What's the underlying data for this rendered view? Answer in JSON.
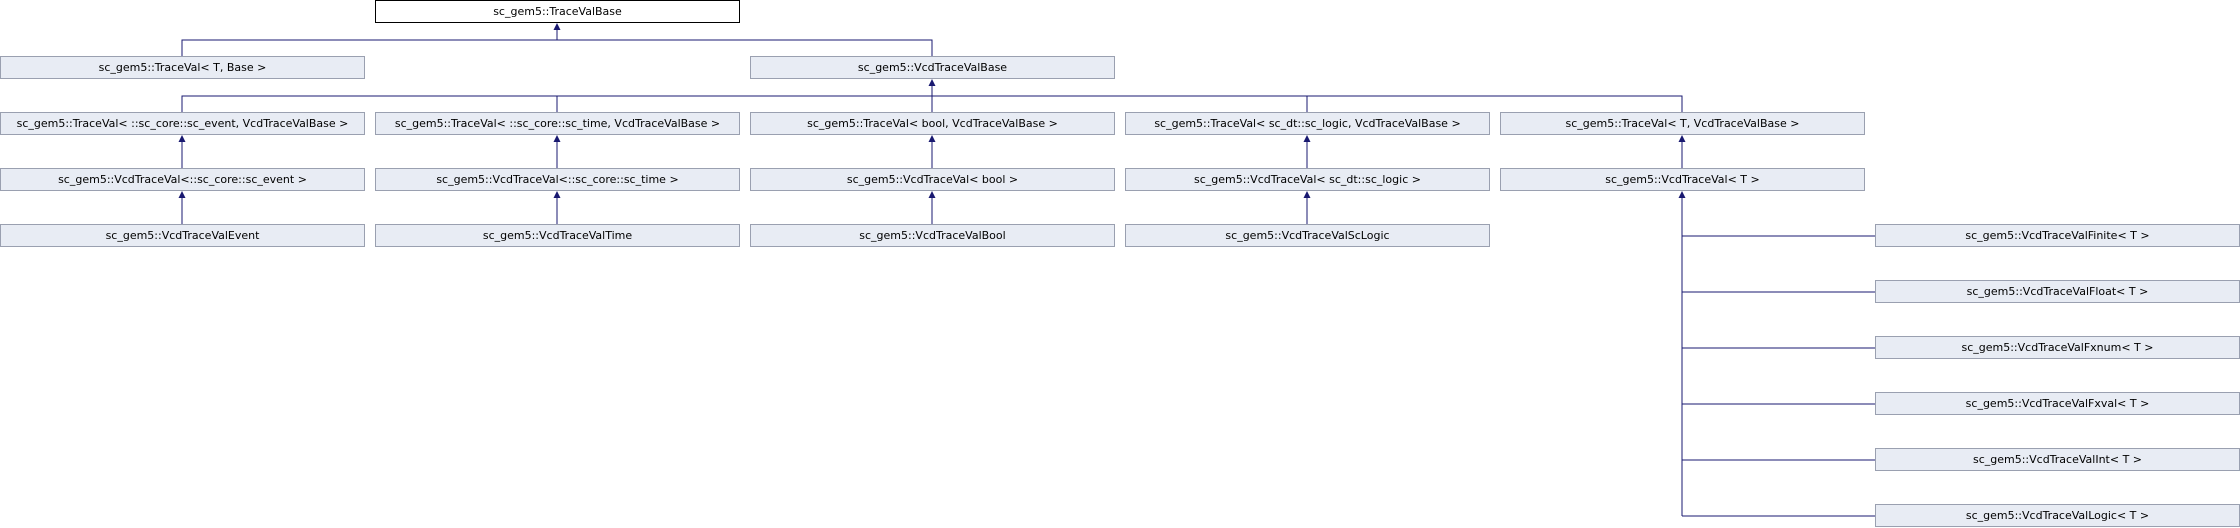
{
  "diagram": {
    "colors": {
      "edge": "#191970",
      "node_fill": "#e8ecf4",
      "node_border": "#9aa0b0",
      "root_fill": "#ffffff",
      "root_border": "#000000"
    },
    "nodes": {
      "root": "sc_gem5::TraceValBase",
      "traceval_t_base": "sc_gem5::TraceVal< T, Base >",
      "vcd_tracevalbase": "sc_gem5::VcdTraceValBase",
      "traceval_event": "sc_gem5::TraceVal< ::sc_core::sc_event, VcdTraceValBase >",
      "traceval_time": "sc_gem5::TraceVal< ::sc_core::sc_time, VcdTraceValBase >",
      "traceval_bool": "sc_gem5::TraceVal< bool, VcdTraceValBase >",
      "traceval_logic": "sc_gem5::TraceVal< sc_dt::sc_logic, VcdTraceValBase >",
      "traceval_t_vcd": "sc_gem5::TraceVal< T, VcdTraceValBase >",
      "vcdtraceval_event": "sc_gem5::VcdTraceVal<::sc_core::sc_event >",
      "vcdtraceval_time": "sc_gem5::VcdTraceVal<::sc_core::sc_time >",
      "vcdtraceval_bool": "sc_gem5::VcdTraceVal< bool >",
      "vcdtraceval_logic": "sc_gem5::VcdTraceVal< sc_dt::sc_logic >",
      "vcdtraceval_t": "sc_gem5::VcdTraceVal< T >",
      "vcdtracevalevent": "sc_gem5::VcdTraceValEvent",
      "vcdtracevaltime": "sc_gem5::VcdTraceValTime",
      "vcdtracevalbool": "sc_gem5::VcdTraceValBool",
      "vcdtracevalsclogic": "sc_gem5::VcdTraceValScLogic",
      "vcdtracevalfinite": "sc_gem5::VcdTraceValFinite< T >",
      "vcdtracevalfloat": "sc_gem5::VcdTraceValFloat< T >",
      "vcdtracevalfxnum": "sc_gem5::VcdTraceValFxnum< T >",
      "vcdtracevalfxval": "sc_gem5::VcdTraceValFxval< T >",
      "vcdtracevalint": "sc_gem5::VcdTraceValInt< T >",
      "vcdtracevallogic": "sc_gem5::VcdTraceValLogic< T >"
    }
  }
}
